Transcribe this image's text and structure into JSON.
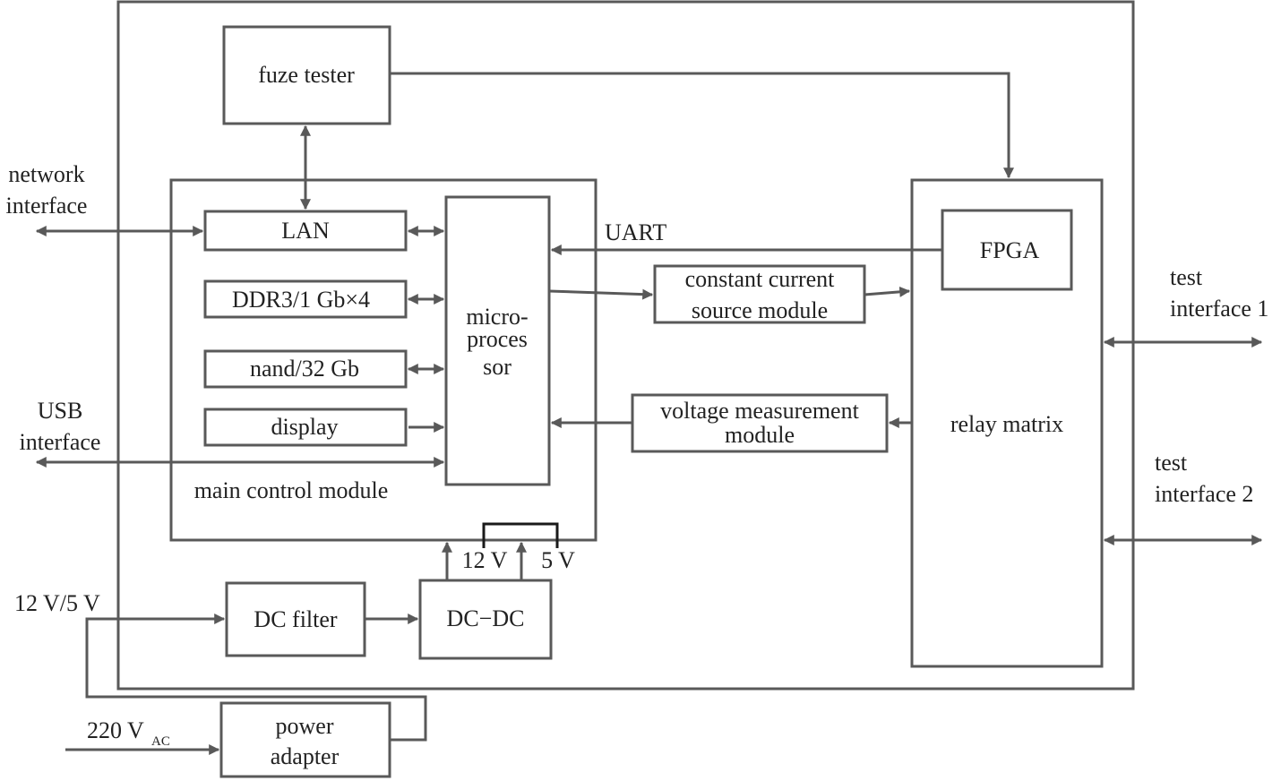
{
  "diagram": {
    "blocks": {
      "fuze_tester": "fuze tester",
      "lan": "LAN",
      "ddr3": "DDR3/1 Gb×4",
      "nand": "nand/32 Gb",
      "display": "display",
      "microprocessor": [
        "micro-",
        "proces",
        "sor"
      ],
      "main_control": "main control module",
      "constant_current": [
        "constant current",
        "source module"
      ],
      "voltage_measurement": [
        "voltage measurement",
        "module"
      ],
      "fpga": "FPGA",
      "relay_matrix": "relay matrix",
      "dc_filter": "DC filter",
      "dc_dc": "DC−DC",
      "power_adapter": [
        "power",
        "adapter"
      ]
    },
    "labels": {
      "network_interface": [
        "network",
        "interface"
      ],
      "usb_interface": [
        "USB",
        "interface"
      ],
      "test_interface_1": [
        "test",
        "interface 1"
      ],
      "test_interface_2": [
        "test",
        "interface 2"
      ],
      "uart": "UART",
      "v12": "12 V",
      "v5": "5 V",
      "input_12v5v": "12 V/5 V",
      "ac_main": "220 V",
      "ac_sub": "AC"
    },
    "colors": {
      "stroke": "#595959",
      "text": "#222222",
      "dark": "#1a1a1a"
    }
  }
}
